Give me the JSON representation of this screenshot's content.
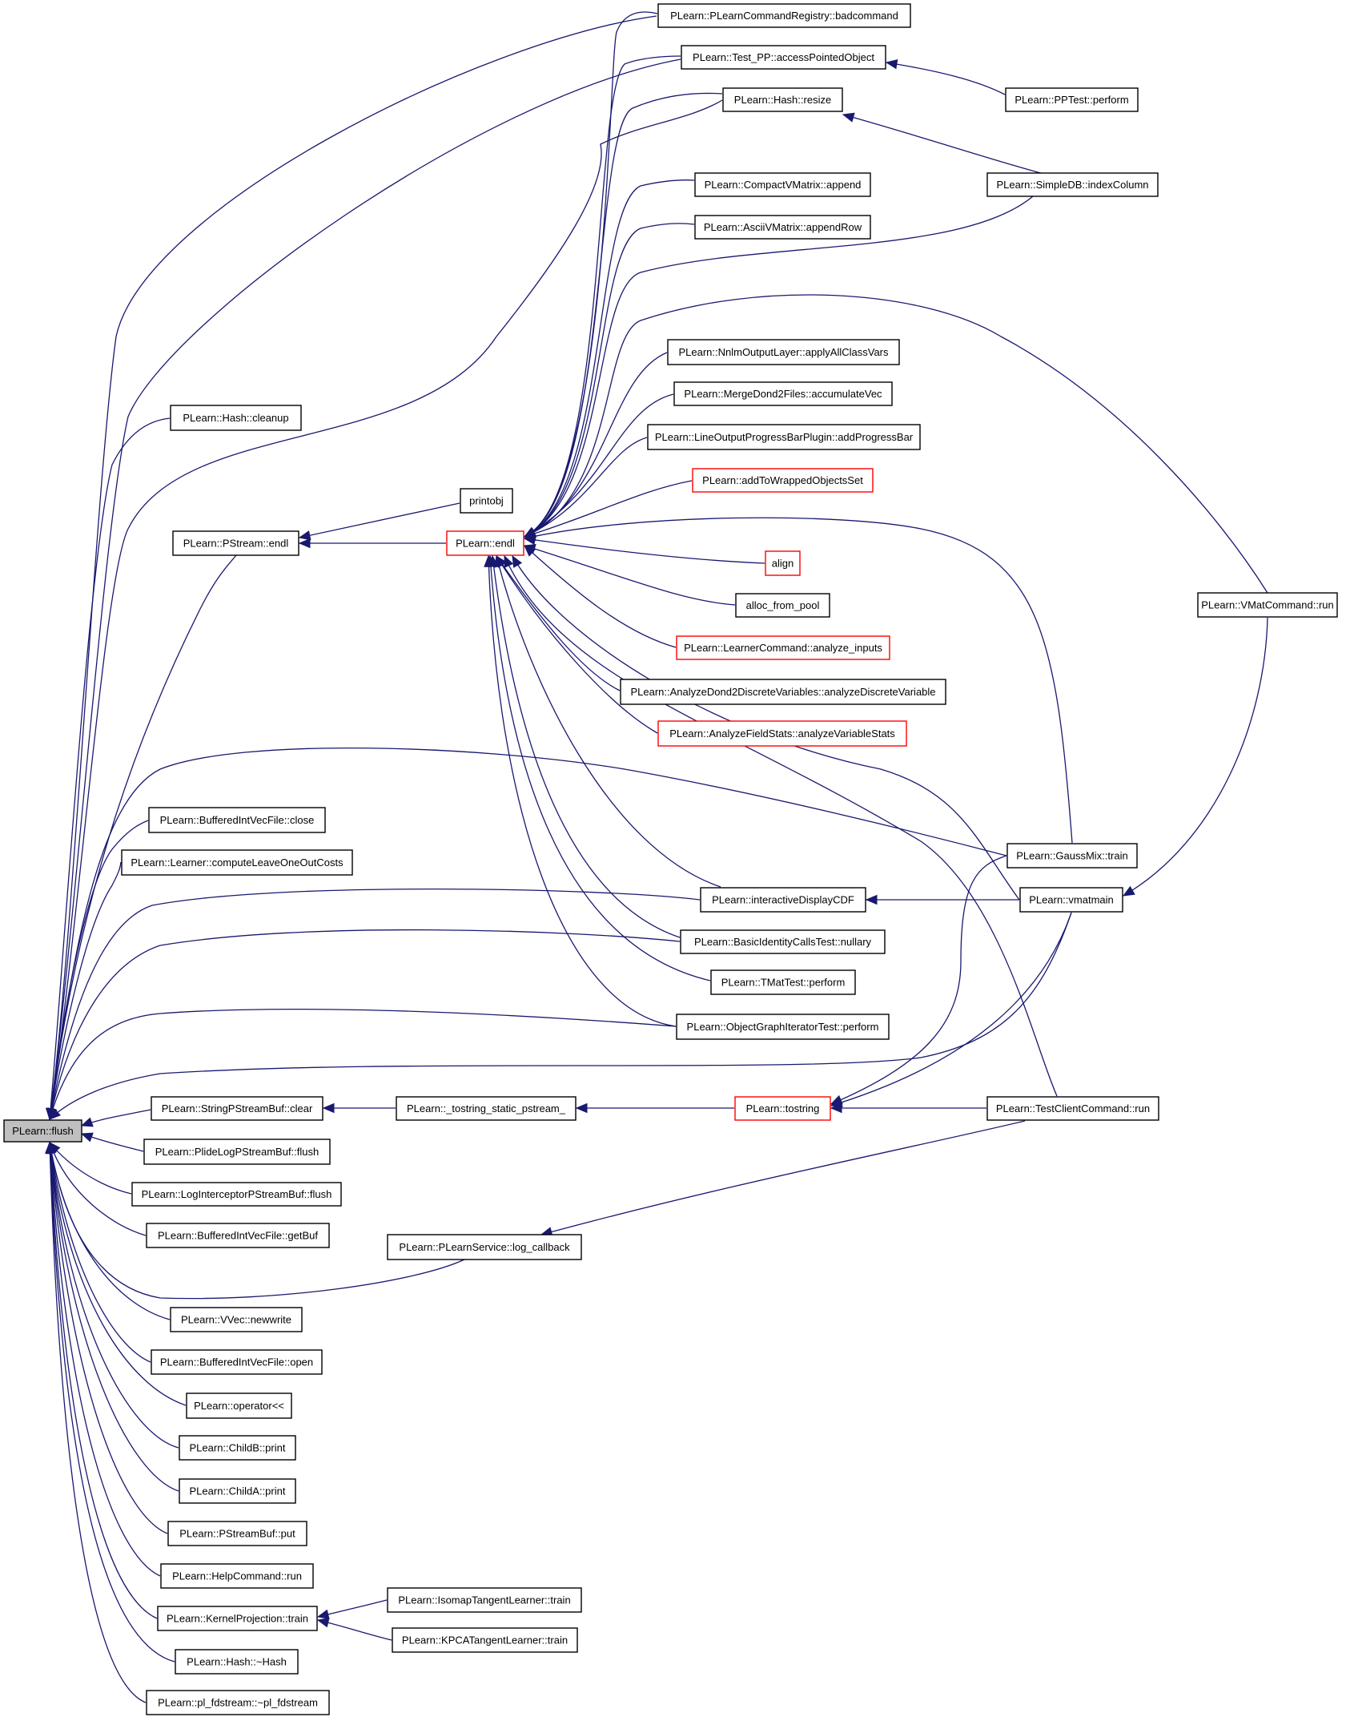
{
  "graph_title": "",
  "colors": {
    "edge": "#191970",
    "node_border": "#000000",
    "truncated_border": "#ff0000",
    "root_fill": "#bfbfbf"
  },
  "nodes": {
    "flush": "PLearn::flush",
    "badcommand": "PLearn::PLearnCommandRegistry::badcommand",
    "accessPointedObject": "PLearn::Test_PP::accessPointedObject",
    "pptest_perform": "PLearn::PPTest::perform",
    "hash_resize": "PLearn::Hash::resize",
    "indexColumn": "PLearn::SimpleDB::indexColumn",
    "compact_append": "PLearn::CompactVMatrix::append",
    "ascii_appendRow": "PLearn::AsciiVMatrix::appendRow",
    "hash_cleanup": "PLearn::Hash::cleanup",
    "applyAllClassVars": "PLearn::NnlmOutputLayer::applyAllClassVars",
    "accumulateVec": "PLearn::MergeDond2Files::accumulateVec",
    "addProgressBar": "PLearn::LineOutputProgressBarPlugin::addProgressBar",
    "addToWrapped": "PLearn::addToWrappedObjectsSet",
    "printobj": "printobj",
    "pstream_endl": "PLearn::PStream::endl",
    "endl": "PLearn::endl",
    "align": "align",
    "alloc_from_pool": "alloc_from_pool",
    "vmatcommand_run": "PLearn::VMatCommand::run",
    "analyze_inputs": "PLearn::LearnerCommand::analyze_inputs",
    "analyzeDiscreteVariable": "PLearn::AnalyzeDond2DiscreteVariables::analyzeDiscreteVariable",
    "analyzeVariableStats": "PLearn::AnalyzeFieldStats::analyzeVariableStats",
    "bivf_close": "PLearn::BufferedIntVecFile::close",
    "computeLeaveOneOutCosts": "PLearn::Learner::computeLeaveOneOutCosts",
    "gaussmix_train": "PLearn::GaussMix::train",
    "interactiveDisplayCDF": "PLearn::interactiveDisplayCDF",
    "vmatmain": "PLearn::vmatmain",
    "nullary": "PLearn::BasicIdentityCallsTest::nullary",
    "tmattest_perform": "PLearn::TMatTest::perform",
    "ogit_perform": "PLearn::ObjectGraphIteratorTest::perform",
    "spsb_clear": "PLearn::StringPStreamBuf::clear",
    "tostring_static": "PLearn::_tostring_static_pstream_",
    "tostring": "PLearn::tostring",
    "testclient_run": "PLearn::TestClientCommand::run",
    "plide_flush": "PLearn::PlideLogPStreamBuf::flush",
    "loginterceptor_flush": "PLearn::LogInterceptorPStreamBuf::flush",
    "bivf_getBuf": "PLearn::BufferedIntVecFile::getBuf",
    "log_callback": "PLearn::PLearnService::log_callback",
    "vvec_newwrite": "PLearn::VVec::newwrite",
    "bivf_open": "PLearn::BufferedIntVecFile::open",
    "operator_ll": "PLearn::operator<<",
    "childB_print": "PLearn::ChildB::print",
    "childA_print": "PLearn::ChildA::print",
    "psb_put": "PLearn::PStreamBuf::put",
    "helpcommand_run": "PLearn::HelpCommand::run",
    "kp_train": "PLearn::KernelProjection::train",
    "isomap_train": "PLearn::IsomapTangentLearner::train",
    "kpca_train": "PLearn::KPCATangentLearner::train",
    "hash_dtor": "PLearn::Hash::~Hash",
    "pl_fdstream_dtor": "PLearn::pl_fdstream::~pl_fdstream"
  }
}
